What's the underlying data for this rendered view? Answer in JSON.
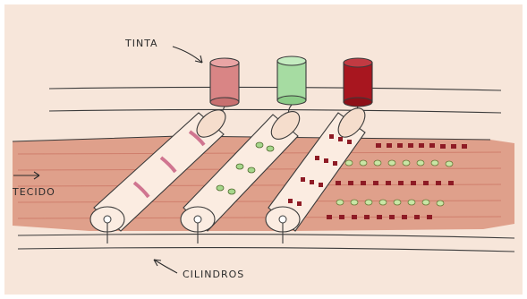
{
  "labels": {
    "ink": "TINTA",
    "fabric": "TECIDO",
    "cylinders": "CILINDROS"
  },
  "inks": [
    {
      "name": "pink-ink",
      "color": "#d98585"
    },
    {
      "name": "green-ink",
      "color": "#a6dca2"
    },
    {
      "name": "red-ink",
      "color": "#a8161f"
    }
  ],
  "colors": {
    "background": "#f7e6da",
    "fabric": "#dc9680",
    "cylinder": "#fbece1",
    "outline": "#3a3a3a"
  }
}
